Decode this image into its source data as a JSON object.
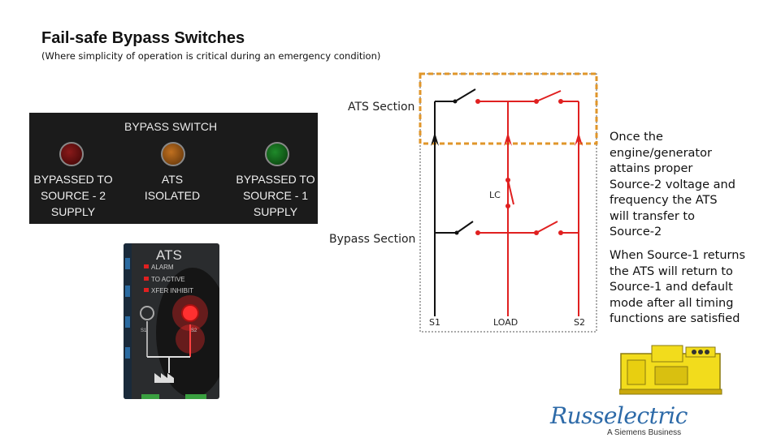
{
  "title": "Fail-safe Bypass Switches",
  "subtitle": "(Where simplicity of operation is critical during an emergency condition)",
  "diagram": {
    "ats_section_label": "ATS Section",
    "bypass_section_label": "Bypass Section",
    "lc_label": "LC",
    "s1_label": "S1",
    "load_label": "LOAD",
    "s2_label": "S2"
  },
  "notes": {
    "note1": "Once the engine/generator attains proper Source-2 voltage and frequency the ATS will transfer to Source-2",
    "note2": "When Source-1 returns the ATS will return to Source-1 and default mode after all timing functions are satisfied"
  },
  "bypass_panel": {
    "title": "BYPASS  SWITCH",
    "lamps": [
      {
        "label_line1": "BYPASSED TO",
        "label_line2": "SOURCE - 2",
        "label_line3": "SUPPLY",
        "color": "#8a1a1a"
      },
      {
        "label_line1": "ATS",
        "label_line2": "ISOLATED",
        "label_line3": "",
        "color": "#c07020"
      },
      {
        "label_line1": "BYPASSED TO",
        "label_line2": "SOURCE - 1",
        "label_line3": "SUPPLY",
        "color": "#1f8a2a"
      }
    ]
  },
  "controller": {
    "title": "ATS",
    "indicators": [
      "ALARM",
      "TO ACTIVE",
      "XFER INHIBIT"
    ],
    "s1": "S1",
    "s2": "S2"
  },
  "logo": {
    "brand": "Russelectric",
    "tagline": "A Siemens Business"
  },
  "colors": {
    "live_wire": "#e02020",
    "dead_wire": "#111111",
    "ats_box_border": "#e0962a"
  }
}
